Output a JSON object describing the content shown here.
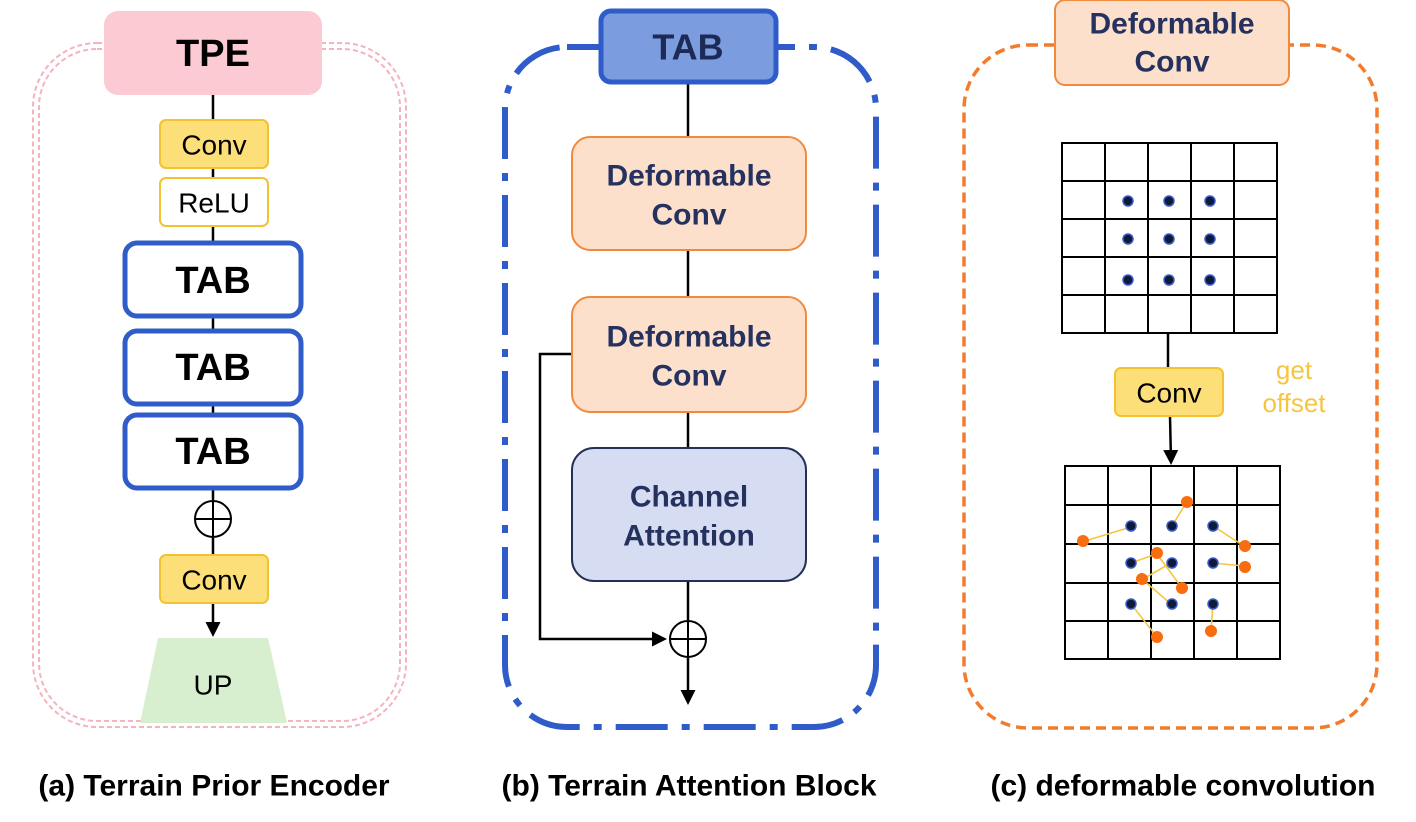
{
  "panel_a": {
    "tpe_label": "TPE",
    "conv_top_label": "Conv",
    "relu_label": "ReLU",
    "tab_labels": [
      "TAB",
      "TAB",
      "TAB"
    ],
    "conv_bottom_label": "Conv",
    "up_label": "UP",
    "caption": "(a) Terrain Prior Encoder"
  },
  "panel_b": {
    "tab_label": "TAB",
    "deform1_line1": "Deformable",
    "deform1_line2": "Conv",
    "deform2_line1": "Deformable",
    "deform2_line2": "Conv",
    "ca_line1": "Channel",
    "ca_line2": "Attention",
    "caption": "(b) Terrain Attention Block"
  },
  "panel_c": {
    "title_line1": "Deformable",
    "title_line2": "Conv",
    "conv_label": "Conv",
    "offset_line1": "get",
    "offset_line2": "offset",
    "caption": "(c) deformable convolution"
  },
  "colors": {
    "pink_box": "#fbcad3",
    "pink_border": "#f4b3bf",
    "yellow_fill": "#fddf7a",
    "yellow_border": "#f2c230",
    "tab_border": "#2f5cc8",
    "tab_header_fill": "#7b9de0",
    "orange_fill": "#fde0cb",
    "orange_border": "#f08a3e",
    "lavender_fill": "#d6dcf1",
    "lavender_border": "#253058",
    "up_fill": "#d7efce",
    "orange_dot": "#f76d0f",
    "navy_dot": "#0d1a3a",
    "offset_text": "#f6c540"
  }
}
